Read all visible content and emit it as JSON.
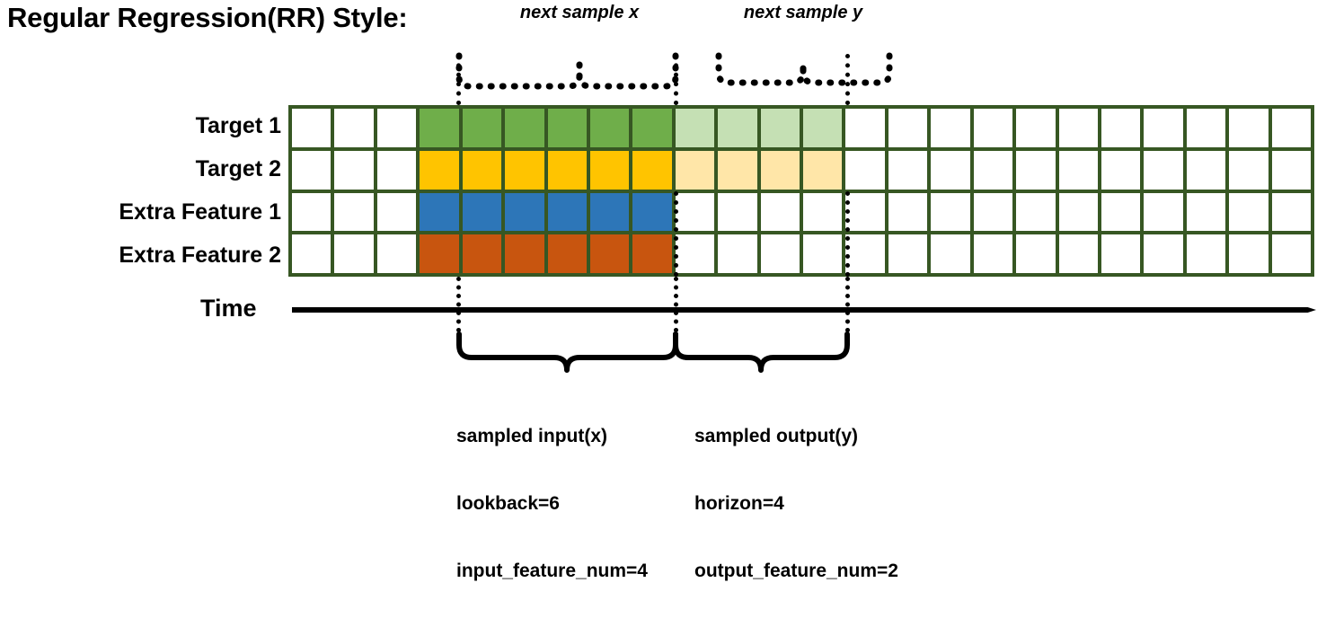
{
  "title": "Regular Regression(RR) Style:",
  "callouts": {
    "next_sample_x": "next sample x",
    "next_sample_y": "next sample y"
  },
  "rows": [
    {
      "label": "Target 1",
      "color": "#6fae4a",
      "faded_color": "#c5e0b4"
    },
    {
      "label": "Target 2",
      "color": "#ffc400",
      "faded_color": "#ffe6a8"
    },
    {
      "label": "Extra Feature 1",
      "color": "#2d76b8",
      "faded_color": null
    },
    {
      "label": "Extra Feature 2",
      "color": "#c8550f",
      "faded_color": null
    }
  ],
  "grid": {
    "columns": 24,
    "lead_blank_columns": 3,
    "input_columns": 6,
    "output_columns": 4,
    "border_color": "#375723",
    "empty_color": "#ffffff"
  },
  "time_axis": {
    "label": "Time"
  },
  "captions": {
    "input": {
      "line1": "sampled input(x)",
      "line2": "lookback=6",
      "line3": "input_feature_num=4"
    },
    "output": {
      "line1": "sampled output(y)",
      "line2": "horizon=4",
      "line3": "output_feature_num=2"
    }
  },
  "chart_data": {
    "type": "diagram",
    "title": "Regular Regression(RR) Style:",
    "series": [
      {
        "name": "Target 1",
        "input_cells": 6,
        "output_cells": 4
      },
      {
        "name": "Target 2",
        "input_cells": 6,
        "output_cells": 4
      },
      {
        "name": "Extra Feature 1",
        "input_cells": 6,
        "output_cells": 0
      },
      {
        "name": "Extra Feature 2",
        "input_cells": 6,
        "output_cells": 0
      }
    ],
    "lookback": 6,
    "horizon": 4,
    "input_feature_num": 4,
    "output_feature_num": 2
  }
}
